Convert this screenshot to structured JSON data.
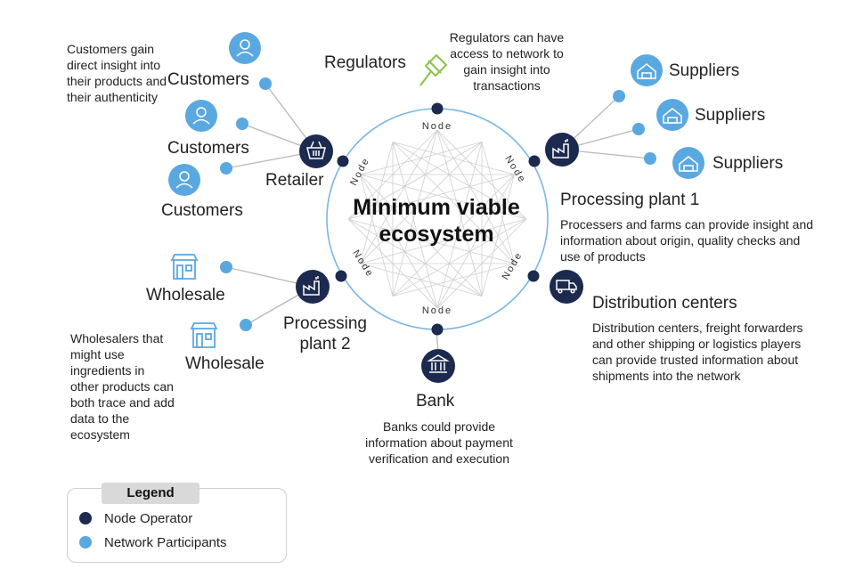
{
  "center": {
    "title_line1": "Minimum viable",
    "title_line2": "ecosystem",
    "node_label": "Node"
  },
  "colors": {
    "node_operator": "#1b2a4e",
    "participant": "#5aa8e0",
    "line": "#b8b8b8",
    "ring": "#7bb6e3",
    "gavel": "#8bc34a"
  },
  "labels": {
    "customers": "Customers",
    "retailer": "Retailer",
    "regulators": "Regulators",
    "suppliers": "Suppliers",
    "processing_plant_1": "Processing plant 1",
    "distribution_centers": "Distribution centers",
    "bank": "Bank",
    "processing_plant_2_line1": "Processing",
    "processing_plant_2_line2": "plant 2",
    "wholesale": "Wholesale"
  },
  "descriptions": {
    "customers": "Customers gain direct insight into their products and their authenticity",
    "regulators": "Regulators can have access to network to gain insight into transactions",
    "processing_plant_1": "Processers and farms can provide insight and information about origin, quality checks and use of products",
    "distribution_centers": "Distribution centers, freight forwarders and other shipping or logistics players can provide trusted information about shipments into the network",
    "bank": "Banks could provide information about payment verification and execution",
    "wholesale": "Wholesalers that might use ingredients in other products can both trace and add data to the ecosystem"
  },
  "legend": {
    "title": "Legend",
    "node_operator": "Node Operator",
    "network_participants": "Network Participants"
  },
  "icons": {
    "retailer": "basket-icon",
    "processing_plant": "factory-icon",
    "distribution": "truck-icon",
    "bank": "bank-icon",
    "customer": "person-icon",
    "supplier": "warehouse-icon",
    "wholesale": "storefront-icon",
    "regulator": "gavel-icon"
  }
}
